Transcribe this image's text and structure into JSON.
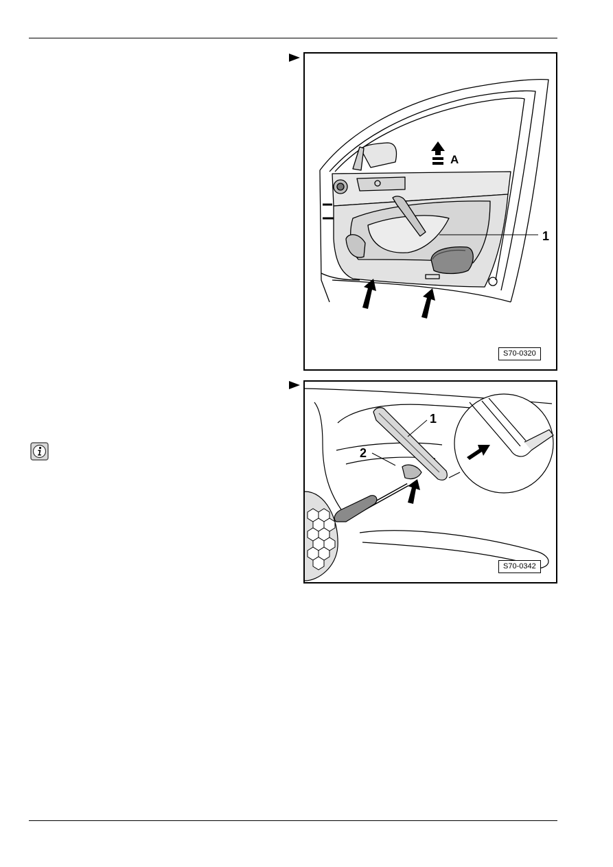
{
  "figures": [
    {
      "code": "S70-0320",
      "callouts": {
        "part_1": "1",
        "direction_a": "A"
      }
    },
    {
      "code": "S70-0342",
      "callouts": {
        "part_1": "1",
        "part_2": "2"
      }
    }
  ],
  "icons": {
    "pointer": "pointer-arrow-icon",
    "info": "info-icon"
  }
}
